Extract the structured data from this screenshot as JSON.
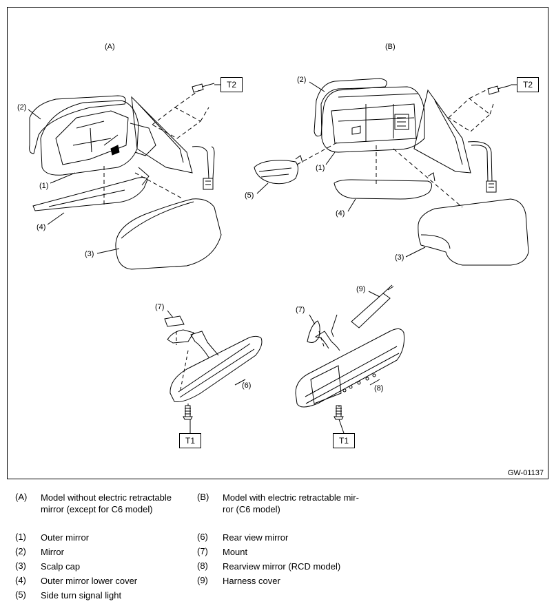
{
  "figure": {
    "code": "GW-01137",
    "view_a_label": "(A)",
    "view_b_label": "(B)",
    "torque_boxes": {
      "t2_a": "T2",
      "t2_b": "T2",
      "t1_a": "T1",
      "t1_b": "T1"
    },
    "callouts": {
      "a_1": "(1)",
      "a_2": "(2)",
      "a_3": "(3)",
      "a_4": "(4)",
      "b_1": "(1)",
      "b_2": "(2)",
      "b_3": "(3)",
      "b_4": "(4)",
      "b_5": "(5)",
      "c_6": "(6)",
      "c_7": "(7)",
      "d_7": "(7)",
      "d_8": "(8)",
      "d_9": "(9)"
    }
  },
  "legend": {
    "models": [
      {
        "key": "(A)",
        "text_line1": "Model without electric retractable",
        "text_line2": "mirror (except for C6 model)"
      },
      {
        "key": "(B)",
        "text_line1": "Model with electric retractable mir-",
        "text_line2": "ror (C6 model)"
      }
    ],
    "items_left": [
      {
        "key": "(1)",
        "text": "Outer mirror"
      },
      {
        "key": "(2)",
        "text": "Mirror"
      },
      {
        "key": "(3)",
        "text": "Scalp cap"
      },
      {
        "key": "(4)",
        "text": "Outer mirror lower cover"
      },
      {
        "key": "(5)",
        "text": "Side turn signal light"
      }
    ],
    "items_right": [
      {
        "key": "(6)",
        "text": "Rear view mirror"
      },
      {
        "key": "(7)",
        "text": "Mount"
      },
      {
        "key": "(8)",
        "text": "Rearview mirror (RCD model)"
      },
      {
        "key": "(9)",
        "text": "Harness cover"
      }
    ]
  }
}
